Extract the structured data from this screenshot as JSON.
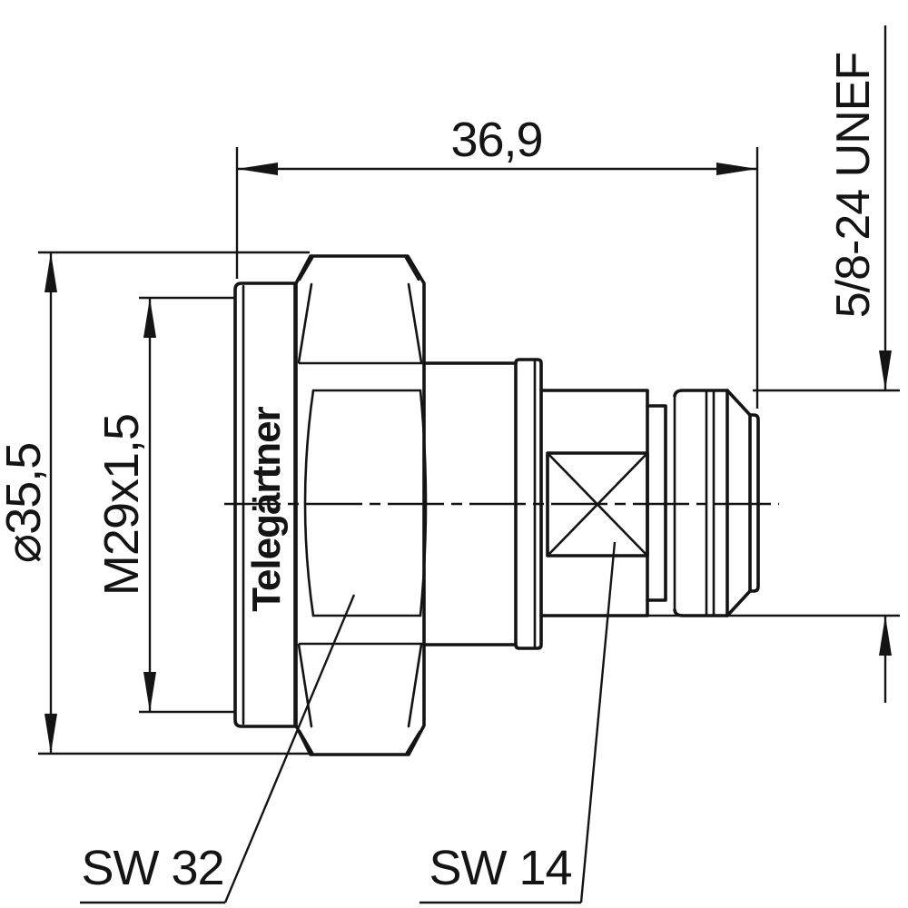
{
  "drawing": {
    "kind": "connector-adapter dimensional drawing",
    "brand": "Telegärtner",
    "dimensions": {
      "overall_length": "36,9",
      "body_diameter": "⌀35,5",
      "left_thread": "M29x1,5",
      "right_thread": "5/8-24 UNEF",
      "wrench_size_body": "SW 32",
      "wrench_size_coupling": "SW 14"
    },
    "colors": {
      "line": "#141414",
      "background": "#ffffff"
    }
  }
}
